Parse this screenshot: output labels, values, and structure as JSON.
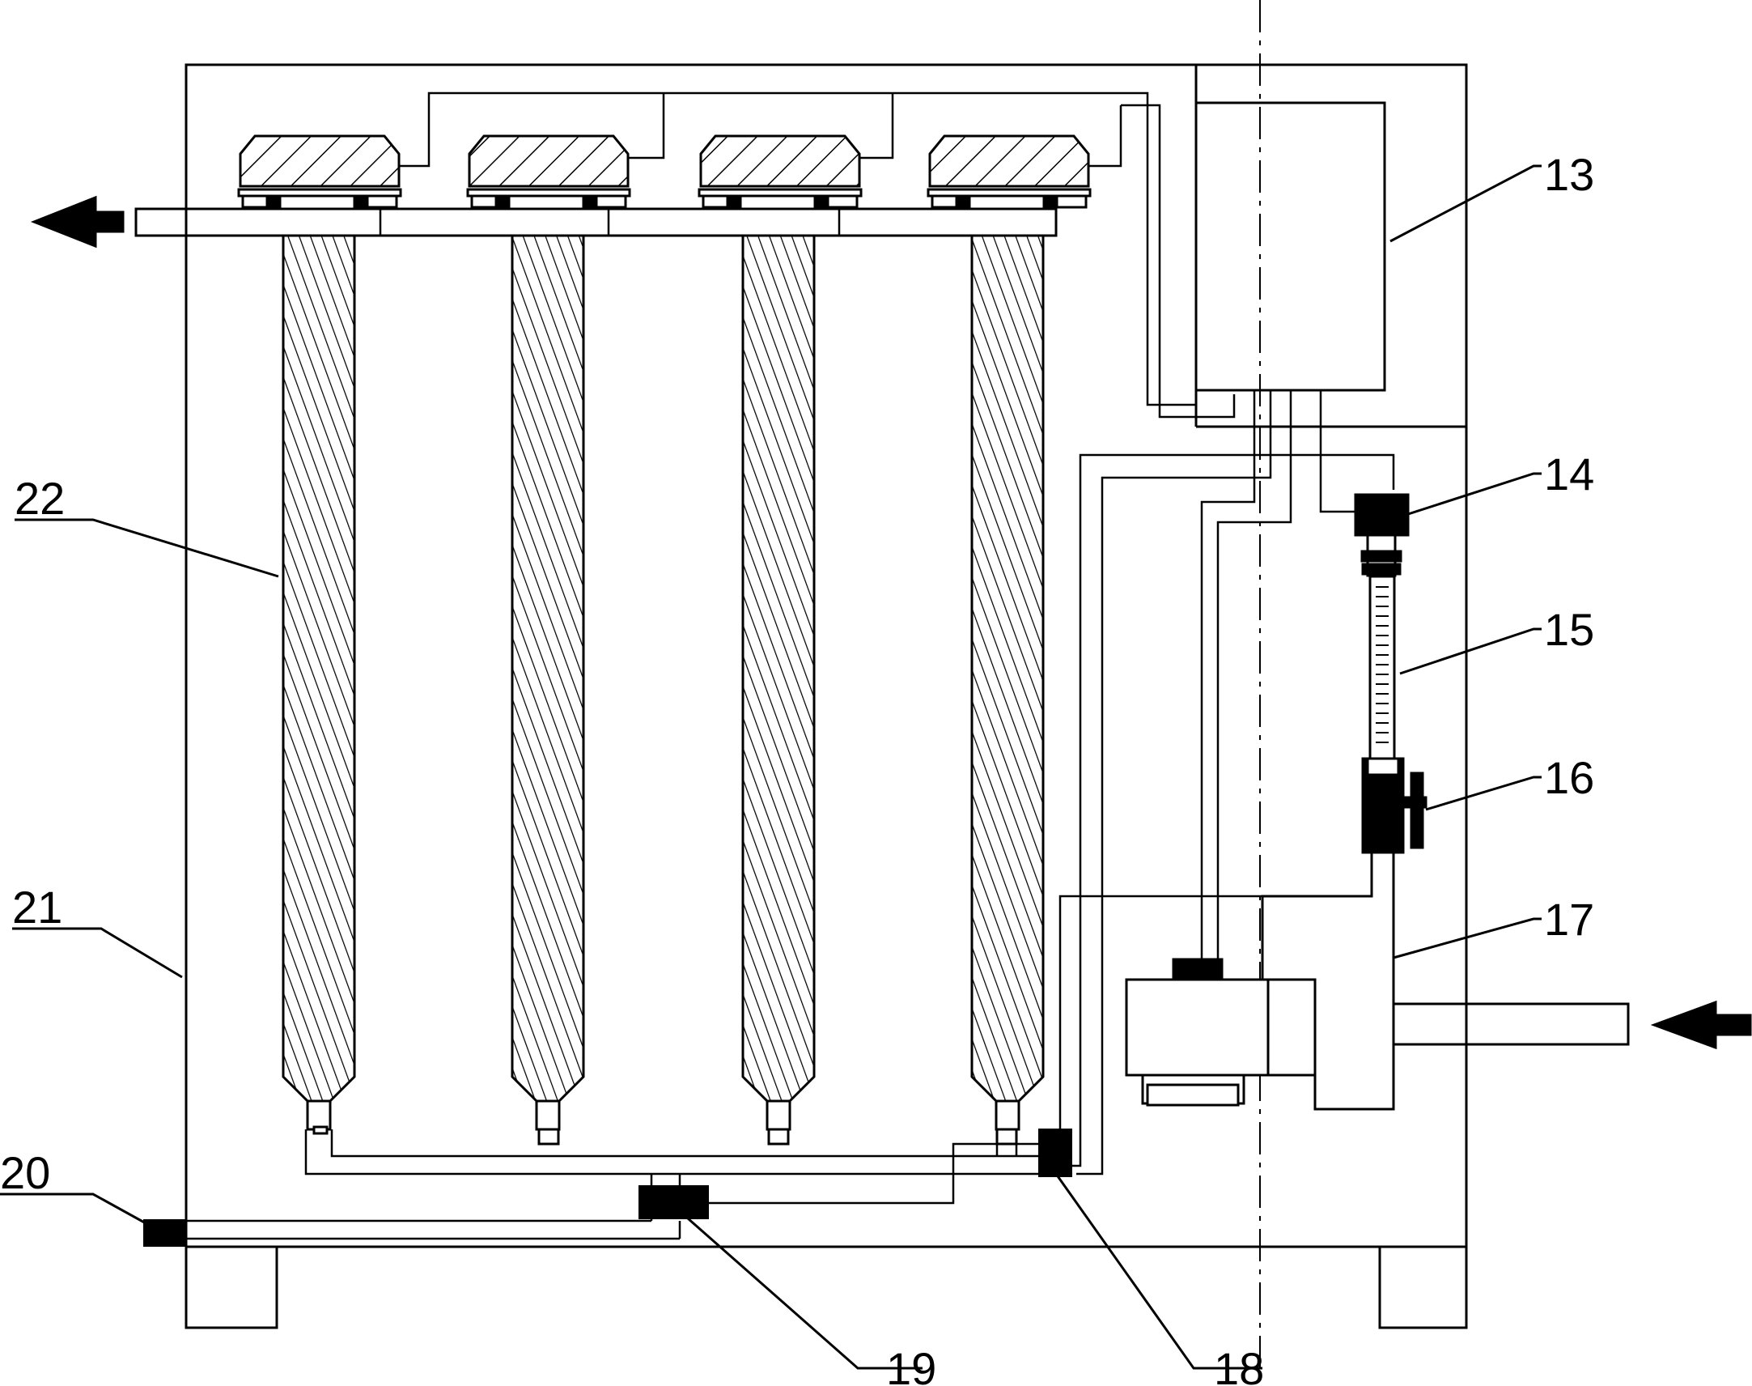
{
  "diagram": {
    "type": "patent-schematic",
    "labels": {
      "l13": "13",
      "l14": "14",
      "l15": "15",
      "l16": "16",
      "l17": "17",
      "l18": "18",
      "l19": "19",
      "l20": "20",
      "l21": "21",
      "l22": "22"
    },
    "filter_column_count": 4,
    "arrows": [
      "outlet-arrow",
      "inlet-arrow"
    ],
    "colors": {
      "line": "#000000",
      "background": "#ffffff"
    }
  }
}
